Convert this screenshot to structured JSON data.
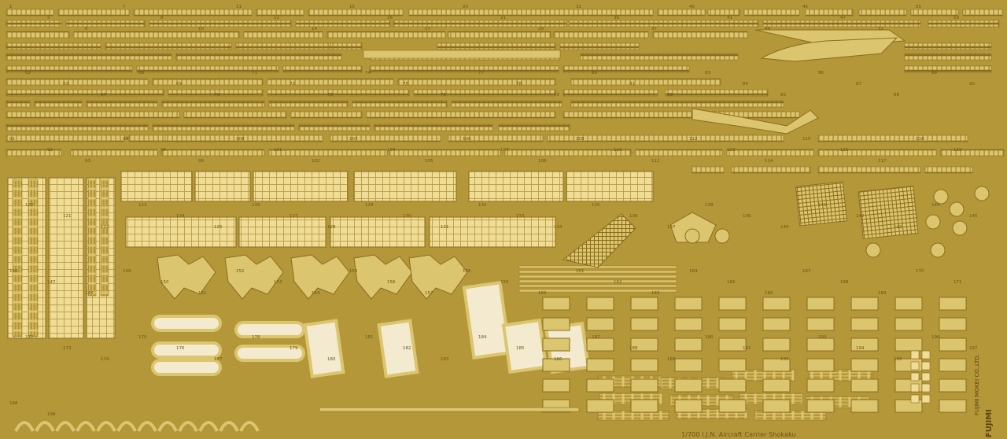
{
  "image": {
    "subject": "photo-etched brass detail fret",
    "caption": "1/700 I.J.N. Aircraft Carrier Shokaku",
    "maker_mark": "FUJIMI MOKEI CO.,LTD.",
    "maker_logo": "FUJIMI"
  },
  "colors": {
    "brass_background": "#b49739",
    "etched_part": "#dcc56f",
    "part_highlight": "#efdc96",
    "part_shadow": "#8a6d1e",
    "hole": "#f3ead0",
    "label": "#6b5414"
  },
  "part_numbers": [
    "1",
    "5",
    "6",
    "7",
    "8",
    "10",
    "11",
    "12",
    "14",
    "15",
    "16",
    "17",
    "20",
    "21",
    "29",
    "31",
    "36",
    "37",
    "40",
    "41",
    "44",
    "45",
    "47",
    "52",
    "55",
    "59",
    "62",
    "63",
    "67",
    "68",
    "69",
    "70",
    "71",
    "72",
    "73",
    "74",
    "75",
    "76",
    "77",
    "78",
    "79",
    "80",
    "81",
    "82",
    "83",
    "84",
    "85",
    "86",
    "87",
    "88",
    "89",
    "90",
    "91",
    "92",
    "93",
    "94",
    "95",
    "99",
    "100",
    "101",
    "102",
    "103",
    "104",
    "105",
    "106",
    "107",
    "108",
    "109",
    "110",
    "111",
    "112",
    "113",
    "114",
    "115",
    "116",
    "117",
    "118",
    "119",
    "120",
    "121",
    "122",
    "123",
    "124",
    "125",
    "126",
    "127",
    "128",
    "129",
    "130",
    "131",
    "132",
    "133",
    "134",
    "135",
    "136",
    "137",
    "138",
    "139",
    "140",
    "141",
    "142",
    "143",
    "144",
    "145",
    "146",
    "147",
    "148",
    "149",
    "150",
    "151",
    "152",
    "153",
    "154",
    "155",
    "156",
    "157",
    "158",
    "159",
    "160",
    "161",
    "162",
    "163",
    "164",
    "165",
    "166",
    "167",
    "168",
    "169",
    "170",
    "171",
    "172",
    "173",
    "174",
    "175",
    "176",
    "177",
    "178",
    "179",
    "180",
    "181",
    "182",
    "183",
    "184",
    "185",
    "186",
    "187",
    "188",
    "189",
    "190",
    "191",
    "192",
    "193",
    "194",
    "195",
    "196",
    "197",
    "198",
    "199"
  ]
}
